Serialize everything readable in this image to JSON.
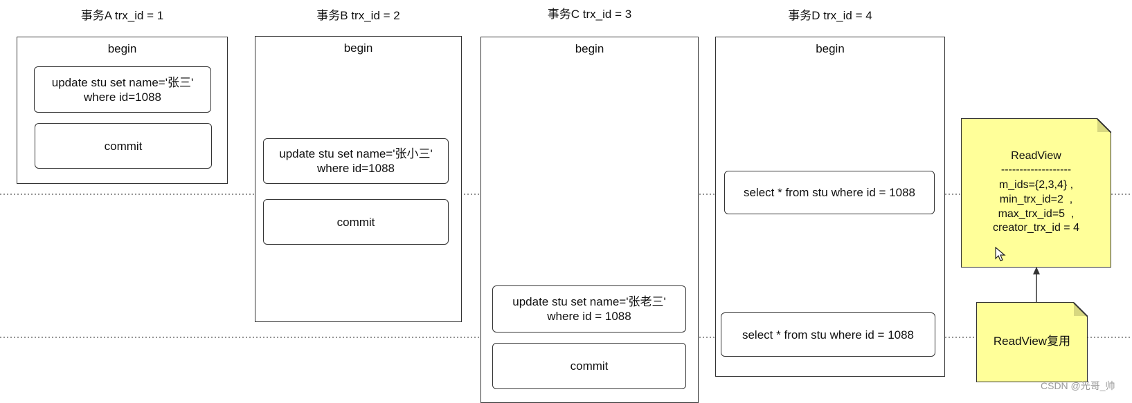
{
  "transactions": [
    {
      "title": "事务A trx_id = 1",
      "begin": "begin",
      "ops": [
        {
          "lines": [
            "update stu set name='张三'",
            "where id=1088"
          ]
        },
        {
          "lines": [
            "commit"
          ]
        }
      ]
    },
    {
      "title": "事务B trx_id = 2",
      "begin": "begin",
      "ops": [
        {
          "lines": [
            "update stu set name='张小三'",
            "where id=1088"
          ]
        },
        {
          "lines": [
            "commit"
          ]
        }
      ]
    },
    {
      "title": "事务C trx_id = 3",
      "begin": "begin",
      "ops": [
        {
          "lines": [
            "update stu set name='张老三'",
            "where id = 1088"
          ]
        },
        {
          "lines": [
            "commit"
          ]
        }
      ]
    },
    {
      "title": "事务D trx_id = 4",
      "begin": "begin",
      "ops": [
        {
          "lines": [
            "select * from stu where id = 1088"
          ]
        },
        {
          "lines": [
            "select * from stu where id = 1088"
          ]
        }
      ]
    }
  ],
  "readview": {
    "title": "ReadView",
    "separator": "-------------------",
    "fields": [
      "m_ids={2,3,4} ,",
      "min_trx_id=2  ,",
      "max_trx_id=5  ,",
      "creator_trx_id = 4"
    ]
  },
  "reuse_note": {
    "label": "ReadView复用"
  },
  "watermark": "CSDN @光哥_帅"
}
